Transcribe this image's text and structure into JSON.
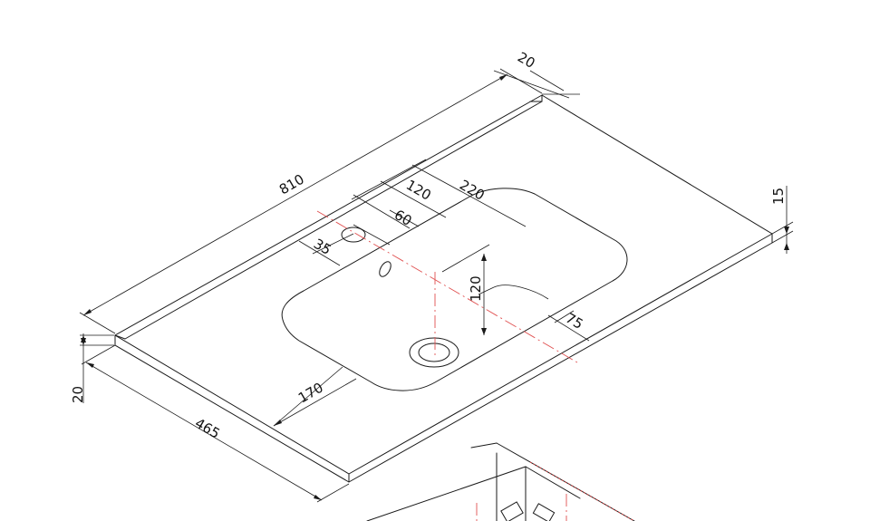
{
  "dimensions": {
    "length": "810",
    "depth": "465",
    "thickness": "20",
    "edge_depth": "20",
    "side_edge": "15",
    "tap_group": "120",
    "bowl_offset": "220",
    "tap_offset": "60",
    "tap_hole_offset": "35",
    "bowl_width": "120",
    "bowl_right": "75",
    "bowl_front": "170"
  },
  "colors": {
    "line": "#1a1a1a",
    "centerline": "#e05050"
  }
}
